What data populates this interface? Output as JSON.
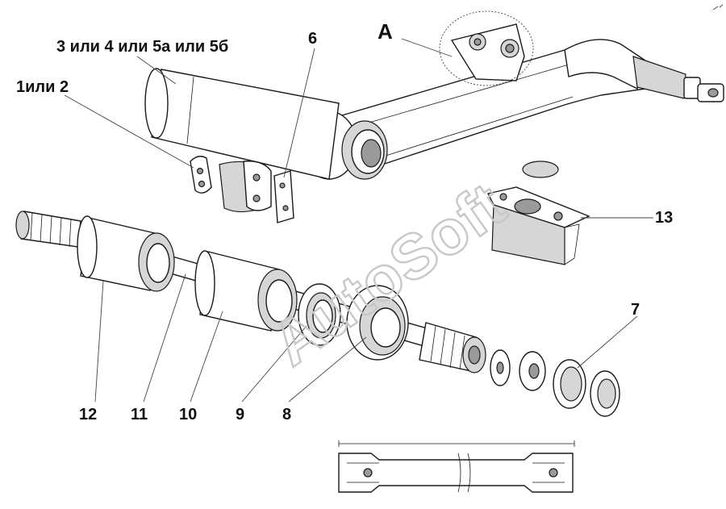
{
  "labels": {
    "view_a": "A",
    "parts_3_4_5": "3 или 4 или 5а или 5б",
    "part_6": "6",
    "parts_1_2": "1или 2",
    "part_13": "13",
    "part_7": "7",
    "part_12": "12",
    "part_11": "11",
    "part_10": "10",
    "part_9": "9",
    "part_8": "8"
  },
  "watermark": "AutoSoft"
}
